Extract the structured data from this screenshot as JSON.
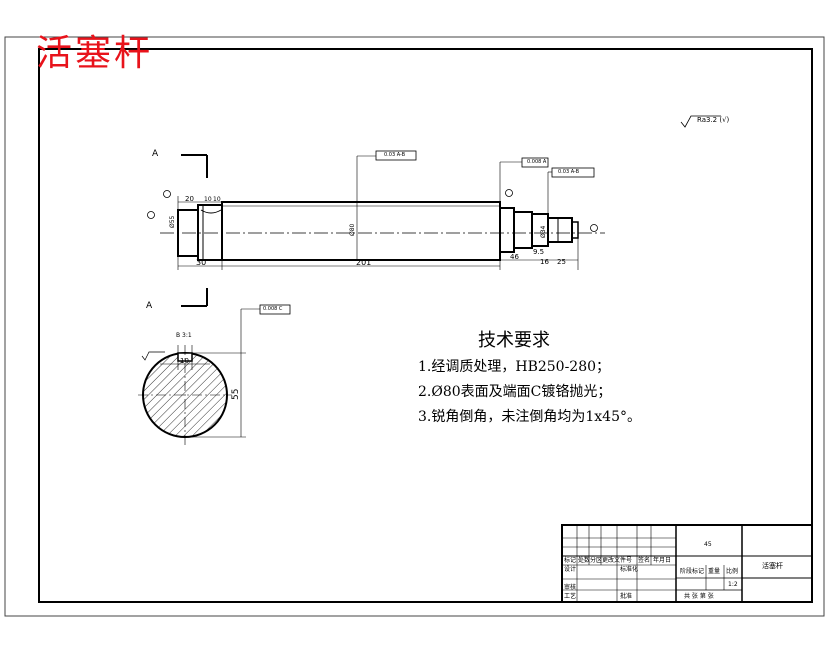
{
  "drawing_title": "活塞杆",
  "roughness_note": "Ra3.2 (√)",
  "view_labels": {
    "view_a_top": "A",
    "view_a_bottom": "A",
    "section_title": "B 3:1"
  },
  "tolerances": {
    "runout_main": "0.03 A-B",
    "flatness": "0.008 A",
    "runout_right": "0.03 A-B",
    "section_flat": "0.008 C"
  },
  "dimensions": {
    "d20": "20",
    "d10": "10",
    "d10b": "10",
    "d30": "30",
    "d201": "201",
    "d46": "46",
    "d9_5": "9.5",
    "d16": "16",
    "d25": "25",
    "dia_left": "Ø55",
    "dia_main": "Ø80",
    "dia_right": "Ø34",
    "key_width": "10",
    "depth_55": "55"
  },
  "tech_requirements": {
    "heading": "技术要求",
    "items": [
      "1.经调质处理，HB250-280；",
      "2.Ø80表面及端面C镀铬抛光；",
      "3.锐角倒角，未注倒角均为1x45°。"
    ]
  },
  "title_block": {
    "part_name": "活塞杆",
    "material": "45",
    "scale": "1:2",
    "row_headers": [
      "标记",
      "处数",
      "分区",
      "更改文件号",
      "签名",
      "年月日"
    ],
    "left_labels": {
      "designer": "设计",
      "standardized": "标准化",
      "reviewer": "审核",
      "process": "工艺",
      "approve": "批准"
    },
    "stage": "阶段标记",
    "weight": "重量",
    "ratio": "比例",
    "sheets": "共    张   第    张"
  }
}
